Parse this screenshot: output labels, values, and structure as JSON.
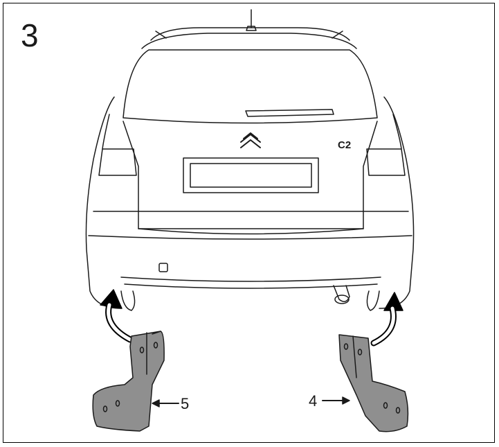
{
  "step_number": "3",
  "car_badge": "C2",
  "callouts": {
    "left_part": "5",
    "right_part": "4"
  },
  "colors": {
    "line": "#1a1a1a",
    "part_fill": "#8f8f8f",
    "background": "#ffffff"
  },
  "icons": {
    "brand_logo": "double-chevron-logo",
    "mount_arrows": "curved-arrow"
  }
}
